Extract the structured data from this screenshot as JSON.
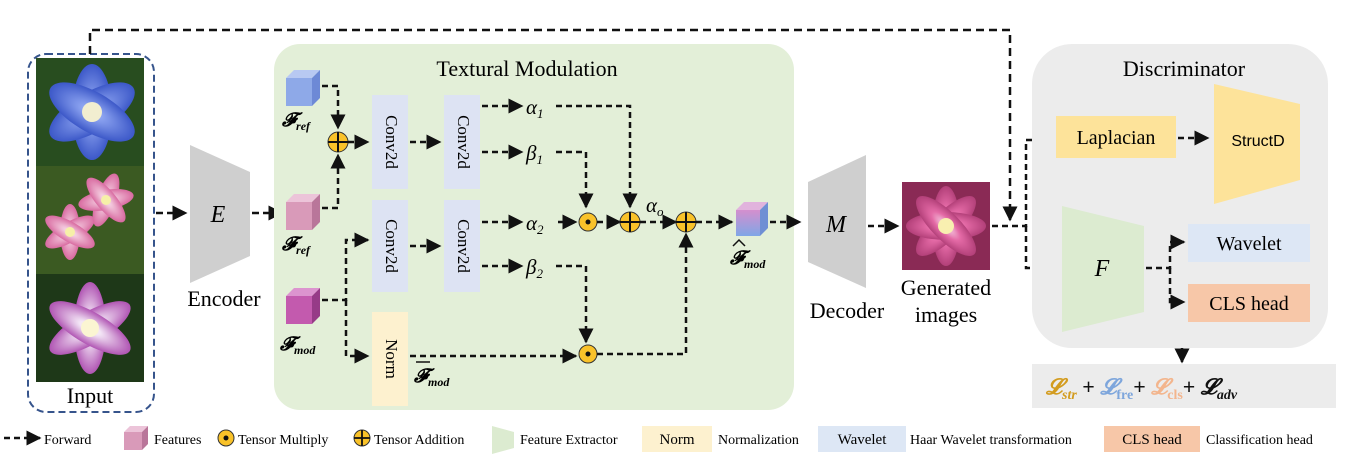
{
  "colors": {
    "modulation_bg": "#e3efd8",
    "discriminator_bg": "#ececec",
    "conv_box": "#dde3f3",
    "norm_box": "#fdf1cf",
    "laplacian_box": "#fde39a",
    "structd_box": "#fde39a",
    "wavelet_box": "#dde7f5",
    "cls_box": "#f7c7a8",
    "encoder_gray": "#cfcfcf",
    "feature_extractor": "#dcebd0",
    "op_circle": "#f9c229",
    "cube_ref": "#8ea9e8",
    "cube_pink": "#d99ab9",
    "cube_mod": "#c35aae",
    "input_border": "#36548c",
    "loss_box": "#ececec",
    "loss_str": "#d39c1f",
    "loss_fre": "#7ea6dc",
    "loss_cls": "#f3b58d"
  },
  "diagram": {
    "input_label": "Input",
    "encoder_symbol": "E",
    "encoder_label": "Encoder",
    "modulation_title": "Textural Modulation",
    "feature_ref_top": "𝓕",
    "feature_ref_top_sub": "ref",
    "feature_ref_mid": "𝓕",
    "feature_ref_mid_sub": "ref",
    "feature_mod": "𝓕",
    "feature_mod_sub": "mod",
    "feature_mod_bar": "𝓕",
    "feature_mod_bar_sub": "mod",
    "feature_mod_hat": "𝓕",
    "feature_mod_hat_sub": "mod",
    "conv_label": "Conv2d",
    "norm_label": "Norm",
    "alpha1": "α",
    "alpha1_sub": "1",
    "beta1": "β",
    "beta1_sub": "1",
    "alpha2": "α",
    "alpha2_sub": "2",
    "beta2": "β",
    "beta2_sub": "2",
    "alpha_o": "α",
    "alpha_o_sub": "o",
    "decoder_symbol": "M",
    "decoder_label": "Decoder",
    "generated_label_1": "Generated",
    "generated_label_2": "images",
    "discriminator_title": "Discriminator",
    "laplacian_label": "Laplacian",
    "structd_label": "StructD",
    "feature_extractor_symbol": "F",
    "wavelet_label": "Wavelet",
    "cls_label": "CLS head",
    "loss": {
      "str": "𝓛",
      "str_sub": "str",
      "fre": "𝓛",
      "fre_sub": "fre",
      "cls": "𝓛",
      "cls_sub": "cls",
      "adv": "𝓛",
      "adv_sub": "adv",
      "plus": "+"
    }
  },
  "legend": {
    "forward": "Forward",
    "features": "Features",
    "tensor_multiply": "Tensor Multiply",
    "tensor_addition": "Tensor Addition",
    "feature_extractor": "Feature Extractor",
    "norm_box": "Norm",
    "normalization": "Normalization",
    "wavelet_box": "Wavelet",
    "haar": "Haar Wavelet transformation",
    "cls_box": "CLS head",
    "classification": "Classification head"
  }
}
